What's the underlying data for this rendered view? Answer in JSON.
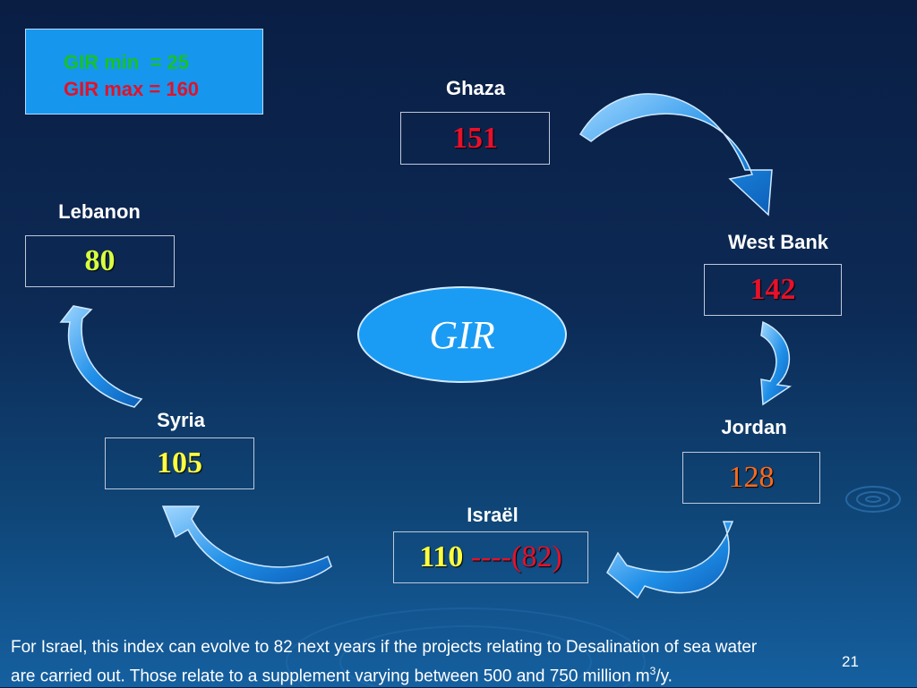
{
  "legend": {
    "min_text": "GIR min  = 25",
    "max_text": "GIR max = 160"
  },
  "center_label": "GIR",
  "nodes": {
    "ghaza": {
      "name": "Ghaza",
      "value": "151"
    },
    "west_bank": {
      "name": "West Bank",
      "value": "142"
    },
    "jordan": {
      "name": "Jordan",
      "value": "128"
    },
    "israel": {
      "name": "Israël",
      "value": "110",
      "extra": " ----(82)"
    },
    "syria": {
      "name": "Syria",
      "value": "105"
    },
    "lebanon": {
      "name": "Lebanon",
      "value": "80"
    }
  },
  "footnote": {
    "line1": "For Israel, this index can evolve to 82 next years if the projects relating to Desalination of sea water",
    "line2_prefix": "are carried out.  Those relate to a supplement varying between 500 and 750 million m",
    "line2_sup": "3",
    "line2_suffix": "/y."
  },
  "page_number": "21",
  "colors": {
    "accent_blue": "#1a9cf4",
    "value_red": "#e8102a",
    "value_yellow": "#ffff40",
    "value_orange": "#ff6a1a",
    "min_green": "#17c227"
  }
}
